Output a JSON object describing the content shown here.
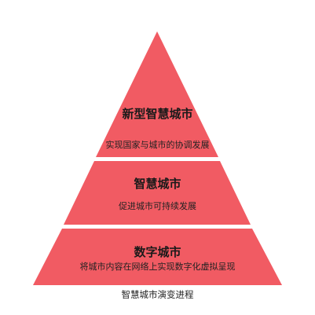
{
  "pyramid": {
    "fill_color": "#f15b63",
    "tiers": [
      {
        "title": "新型智慧城市",
        "description": "实现国家与城市的协调发展"
      },
      {
        "title": "智慧城市",
        "description": "促进城市可持续发展"
      },
      {
        "title": "数字城市",
        "description": "将城市内容在网络上实现数字化虚拟呈现"
      }
    ]
  },
  "caption": "智慧城市演变进程"
}
